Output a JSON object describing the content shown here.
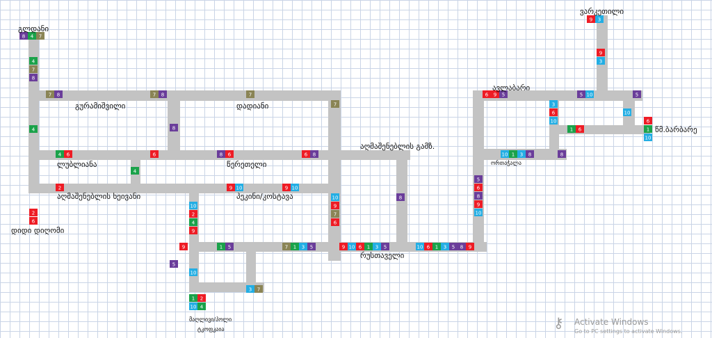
{
  "colors": {
    "road": "#c3c3c3",
    "line_1": "#1aa24a",
    "line_2": "#ee1c25",
    "line_3": "#23aee4",
    "line_4": "#1aa24a",
    "line_5": "#6a3d9a",
    "line_6": "#ee1c25",
    "line_7": "#8a8455",
    "line_8": "#6a3d9a",
    "line_9": "#ee1c25",
    "line_10": "#23aee4"
  },
  "stops": [
    {
      "id": "gldani",
      "name": "გლდანი"
    },
    {
      "id": "gurami",
      "name": "გურამიშვილი"
    },
    {
      "id": "dadiani",
      "name": "დადიანი"
    },
    {
      "id": "lubliana",
      "name": "ლუბლიანა"
    },
    {
      "id": "tsereteli",
      "name": "წერეთელი"
    },
    {
      "id": "agm_gamz",
      "name": "აღმაშენებლის გამზ."
    },
    {
      "id": "agm_kheivani",
      "name": "აღმაშენებლის ხეივანი"
    },
    {
      "id": "pekini",
      "name": "პეკინი/კოსტავა"
    },
    {
      "id": "didi_dighomi",
      "name": "დიდი დიღომი"
    },
    {
      "id": "rustaveli",
      "name": "რუსთაველი"
    },
    {
      "id": "varketili",
      "name": "ვარკეთილი"
    },
    {
      "id": "avlabari",
      "name": "ავლაბარი"
    },
    {
      "id": "tsm_barbare",
      "name": "წმ.ბარბარე"
    },
    {
      "id": "ortachala",
      "name": "ორთაჭალა"
    },
    {
      "id": "mapline",
      "name": "მაღლივი/პოლი"
    },
    {
      "id": "tskneti",
      "name": "ტკოფკაია"
    }
  ],
  "watermark": {
    "title": "Activate Windows",
    "subtitle": "Go to PC settings to activate Windows."
  }
}
